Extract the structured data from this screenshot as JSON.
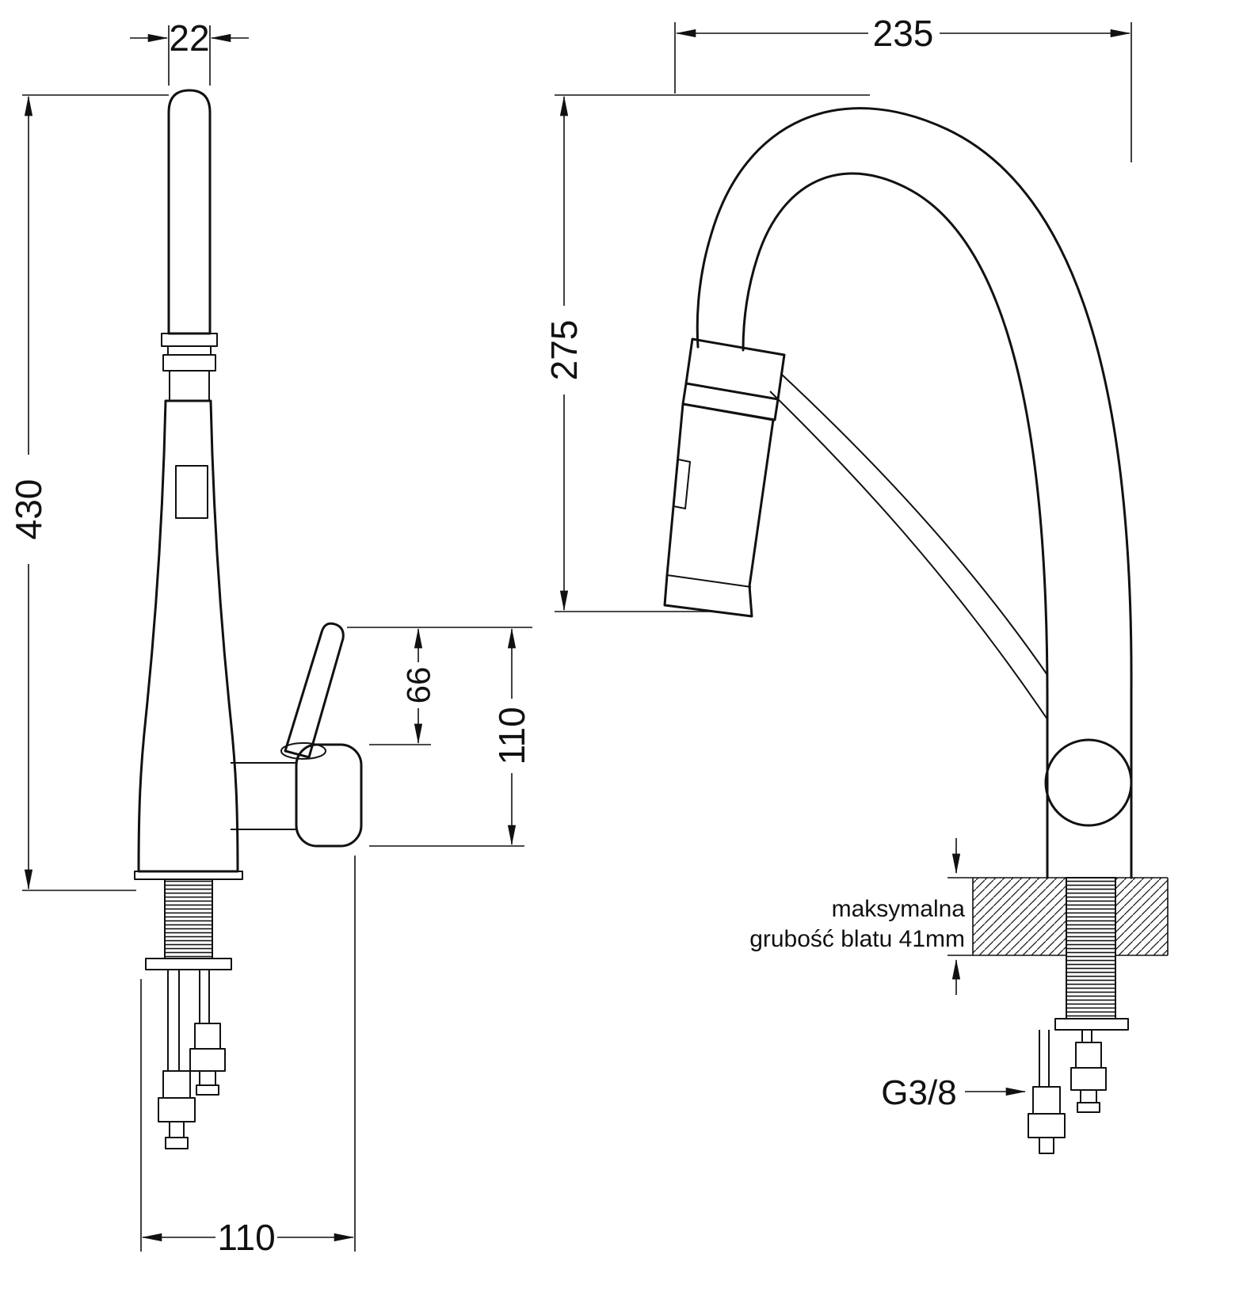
{
  "drawing": {
    "left_view": {
      "dim_spout_diameter": "22",
      "dim_total_height": "430",
      "dim_lever_height": "66",
      "dim_body_height": "110",
      "dim_base_depth": "110"
    },
    "right_view": {
      "dim_spout_reach": "235",
      "dim_spout_height": "275",
      "note_line1": "maksymalna",
      "note_line2": "grubość blatu 41mm",
      "thread_size": "G3/8"
    }
  }
}
